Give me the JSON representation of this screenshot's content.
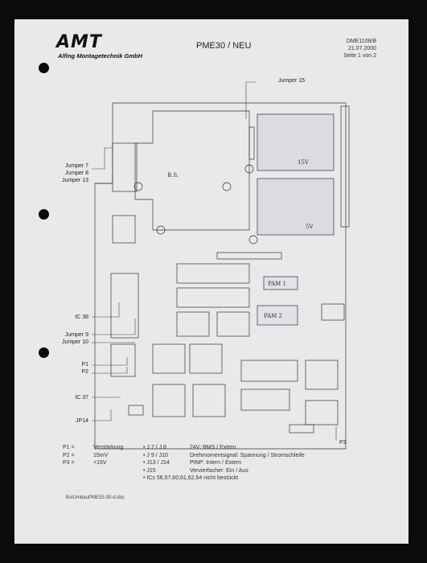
{
  "header": {
    "logo": "AMT",
    "company": "Alfing Montagetechnik GmbH",
    "title": "PME30 / NEU",
    "doc_no": "DME1108/B",
    "date": "21.07.2000",
    "page": "Seite 1 von 2"
  },
  "board_labels": {
    "jumper15": "Jumper 15",
    "bs": "B.S.",
    "v15": "15V",
    "v5": "5V",
    "pam1": "PAM 1",
    "pam2": "PAM 2"
  },
  "side_labels": {
    "jumper7": "Jumper 7",
    "jumper8": "Jumper 8",
    "jumper13": "Jumper 13",
    "ic38": "IC 38",
    "jumper9": "Jumper 9",
    "jumper10": "Jumper 10",
    "p1": "P1",
    "p2": "P2",
    "ic37": "IC 37",
    "jp14": "JP14",
    "p3": "P3"
  },
  "legend_left": [
    {
      "key": "P1 =",
      "value": "Verstärkung"
    },
    {
      "key": "P2 =",
      "value": "15mV"
    },
    {
      "key": "P3 =",
      "value": "+15V"
    }
  ],
  "legend_right": [
    {
      "key": "• J 7 / J 8",
      "value": "24V: BMS / Extern"
    },
    {
      "key": "• J 9 / J10",
      "value": "Drehmomentsignal: Spannung / Stromschleife"
    },
    {
      "key": "• J13 / J14",
      "value": "PINP: Intern / Extern"
    },
    {
      "key": "• J15",
      "value": "Vervierfacher: Ein / Aus"
    },
    {
      "key": "• ICs 56,57,60,61,62,64 nicht bestückt",
      "value": ""
    }
  ],
  "footer": "BstUmbauPME33-30-d.doc"
}
